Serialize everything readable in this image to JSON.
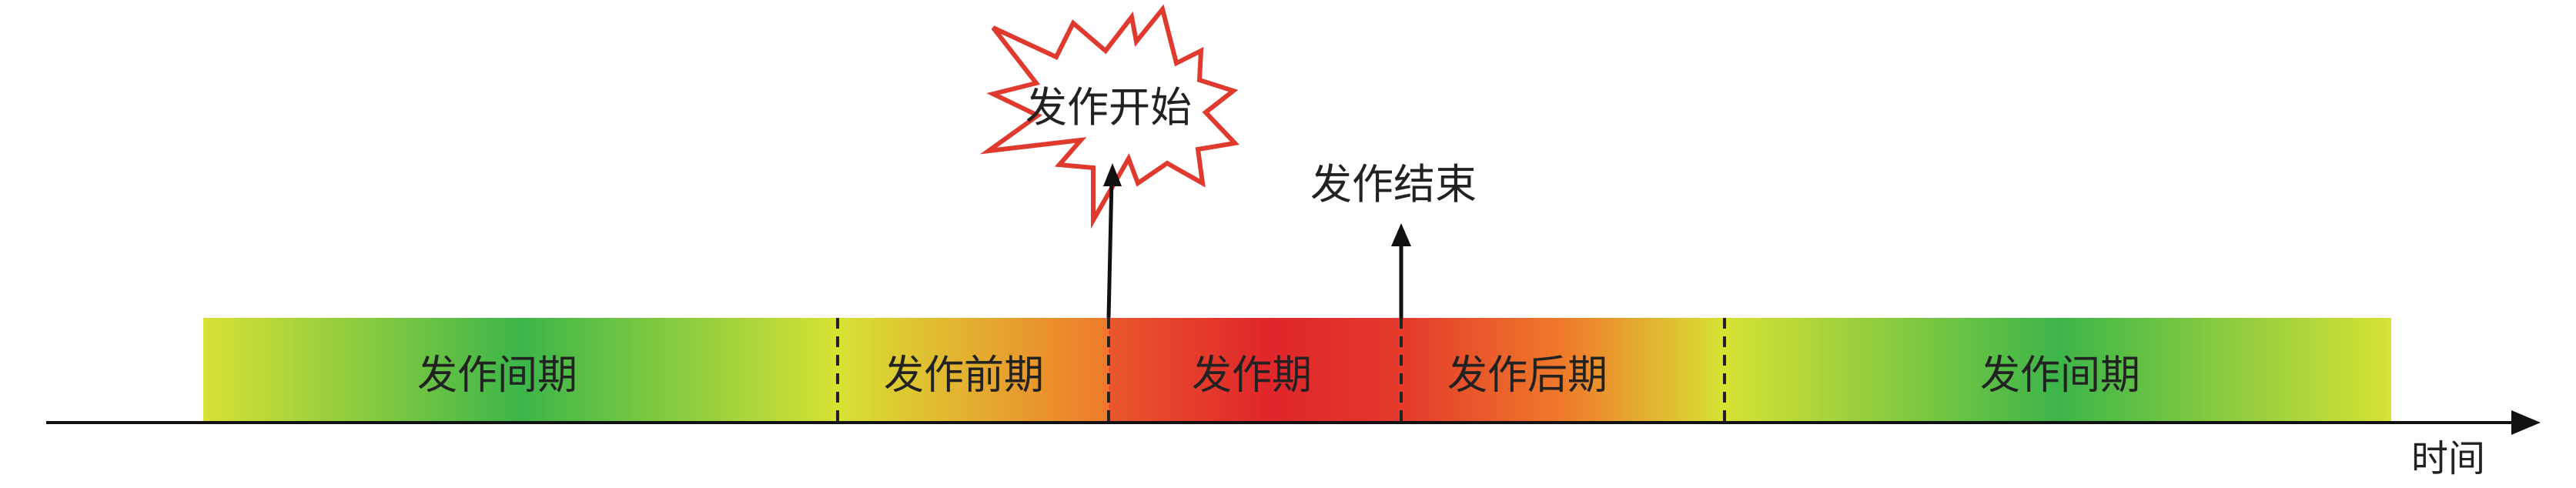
{
  "diagram": {
    "phases": [
      {
        "label": "发作间期"
      },
      {
        "label": "发作前期"
      },
      {
        "label": "发作期"
      },
      {
        "label": "发作后期"
      },
      {
        "label": "发作间期"
      }
    ],
    "events": {
      "onset": "发作开始",
      "end": "发作结束"
    },
    "axis_label": "时间",
    "colors": {
      "yellow": "#d7e234",
      "green": "#3cb54a",
      "orange": "#ef7a2a",
      "red": "#e0262b",
      "burst_stroke": "#e03a2e",
      "axis": "#111111",
      "divider": "#222222"
    }
  }
}
